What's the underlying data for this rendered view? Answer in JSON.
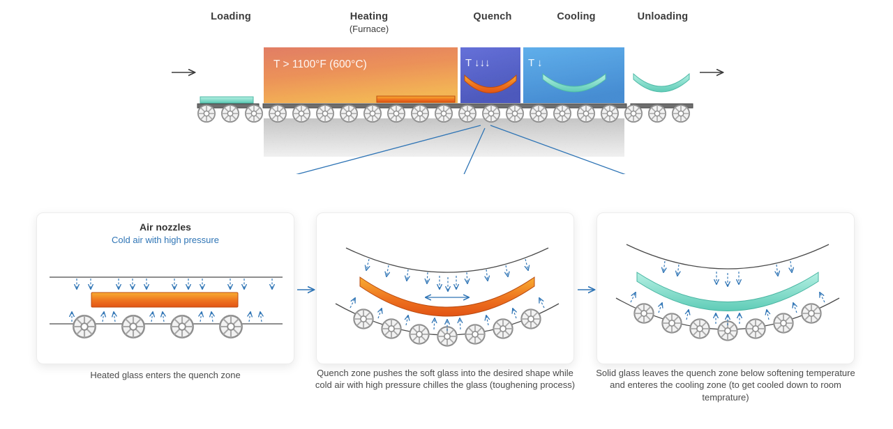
{
  "process": {
    "stages": {
      "loading": "Loading",
      "heating": "Heating",
      "heating_sub": "(Furnace)",
      "quench": "Quench",
      "cooling": "Cooling",
      "unloading": "Unloading"
    },
    "zone_labels": {
      "furnace_temp": "T > 1100°F (600°C)",
      "quench_temp": "T ↓↓↓",
      "cooling_temp": "T ↓"
    }
  },
  "detail_panels": [
    {
      "title": "Air nozzles",
      "subtitle": "Cold air with high pressure",
      "caption": "Heated glass enters the quench zone"
    },
    {
      "caption": "Quench zone pushes the soft glass into the desired shape while cold air with high pressure chilles the glass (toughening process)"
    },
    {
      "caption": "Solid glass leaves the quench zone below softening temperature and enteres the cooling zone (to get cooled down to room temprature)"
    }
  ],
  "colors": {
    "accent_blue": "#2E74B5",
    "hot_glass_orange": "#EE731F",
    "cool_glass_teal": "#7FDECB",
    "furnace_gradient_start": "#DD6A4E",
    "furnace_gradient_end": "#F2AA3C",
    "quench_zone_blue": "#4452C8",
    "cooling_zone_blue": "#3690DB",
    "foundation_gray": "#9E9E9E"
  }
}
